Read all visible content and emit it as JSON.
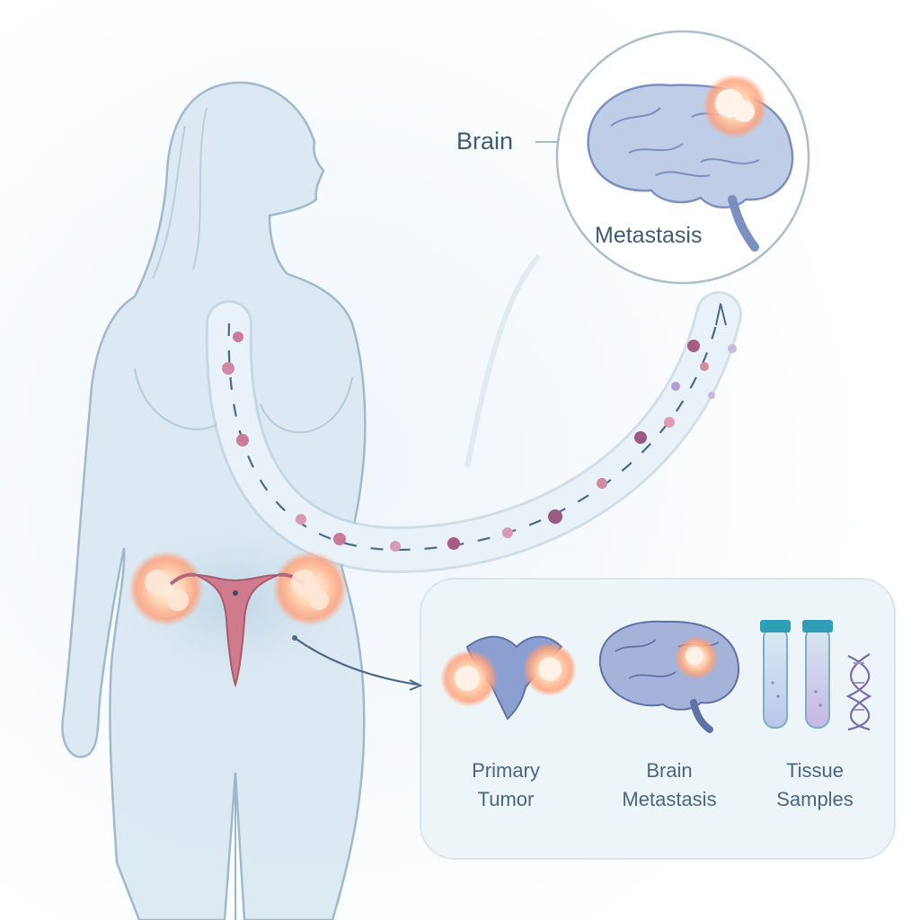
{
  "callout": {
    "brain_label": "Brain",
    "metastasis_label": "Metastasis"
  },
  "panel": {
    "items": [
      {
        "line1": "Primary",
        "line2": "Tumor"
      },
      {
        "line1": "Brain",
        "line2": "Metastasis"
      },
      {
        "line1": "Tissue",
        "line2": "Samples"
      }
    ]
  },
  "colors": {
    "body_fill": "#dbe9f2",
    "body_outline": "#9bb7cc",
    "tumor_glow": "#ff9a6a",
    "uterus": "#cf7b8d",
    "brain": "#8fa2cf",
    "vessel": "#e3eef6",
    "cell": "#c97b98",
    "text": "#3f5b74",
    "panel_bg": "#eef5f9",
    "tube_cap": "#2f9fb8"
  },
  "icons": [
    "female-body-silhouette",
    "uterus-ovary-icon",
    "brain-icon",
    "test-tube-icon",
    "dna-icon"
  ]
}
